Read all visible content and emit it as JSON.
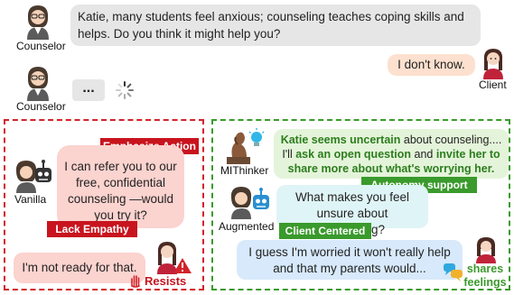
{
  "top": {
    "counselor_label": "Counselor",
    "counselor_msg": "Katie, many students feel anxious; counseling teaches coping skills and helps. Do you think it might help you?",
    "client_msg": "I don't know.",
    "client_label": "Client",
    "counselor_label2": "Counselor",
    "typing": "..."
  },
  "left": {
    "emphasize_tag": "Emphasize Action",
    "vanilla_label": "Vanilla",
    "vanilla_msg": "I can refer you to our free, confidential counseling —would you try it?",
    "lack_empathy_tag": "Lack Empathy",
    "client_reply": "I'm not ready for that.",
    "resists_label": "Resists"
  },
  "right": {
    "mithinker_label": "MIThinker",
    "thought_p1": "Katie seems uncertain",
    "thought_p2": " about counseling.... I'll ",
    "thought_p3": "ask an open question",
    "thought_p4": " and ",
    "thought_p5": "invite her to share more about what's worrying her.",
    "autonomy_tag": "Autonomy support",
    "augmented_label": "Augmented",
    "augmented_msg": "What makes you feel unsure about counseling?",
    "client_centered_tag": "Client Centered",
    "client_reply": "I guess I'm worried it won't really help and that my parents would...",
    "shares_label": "shares feelings"
  },
  "colors": {
    "red": "#c8141e",
    "green": "#3a9a2c",
    "accent_text_green": "#2c7d1e"
  }
}
